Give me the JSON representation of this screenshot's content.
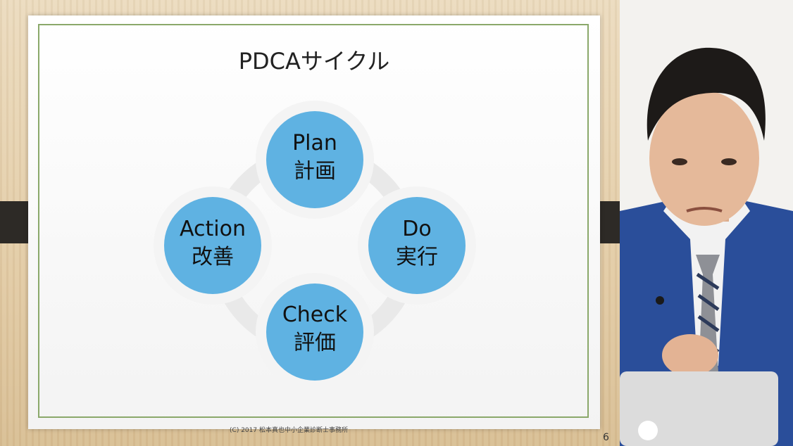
{
  "slide": {
    "title": "PDCAサイクル",
    "footer": "(C) 2017 松本真也中小企業診断士事務所",
    "page_number": "6"
  },
  "cycle": {
    "nodes": [
      {
        "en": "Plan",
        "ja": "計画"
      },
      {
        "en": "Do",
        "ja": "実行"
      },
      {
        "en": "Check",
        "ja": "評価"
      },
      {
        "en": "Action",
        "ja": "改善"
      }
    ],
    "node_color": "#5fb2e2",
    "ring_color": "#e9e9e9"
  },
  "colors": {
    "frame": "#8aa86a",
    "suit": "#2a4e9a"
  }
}
